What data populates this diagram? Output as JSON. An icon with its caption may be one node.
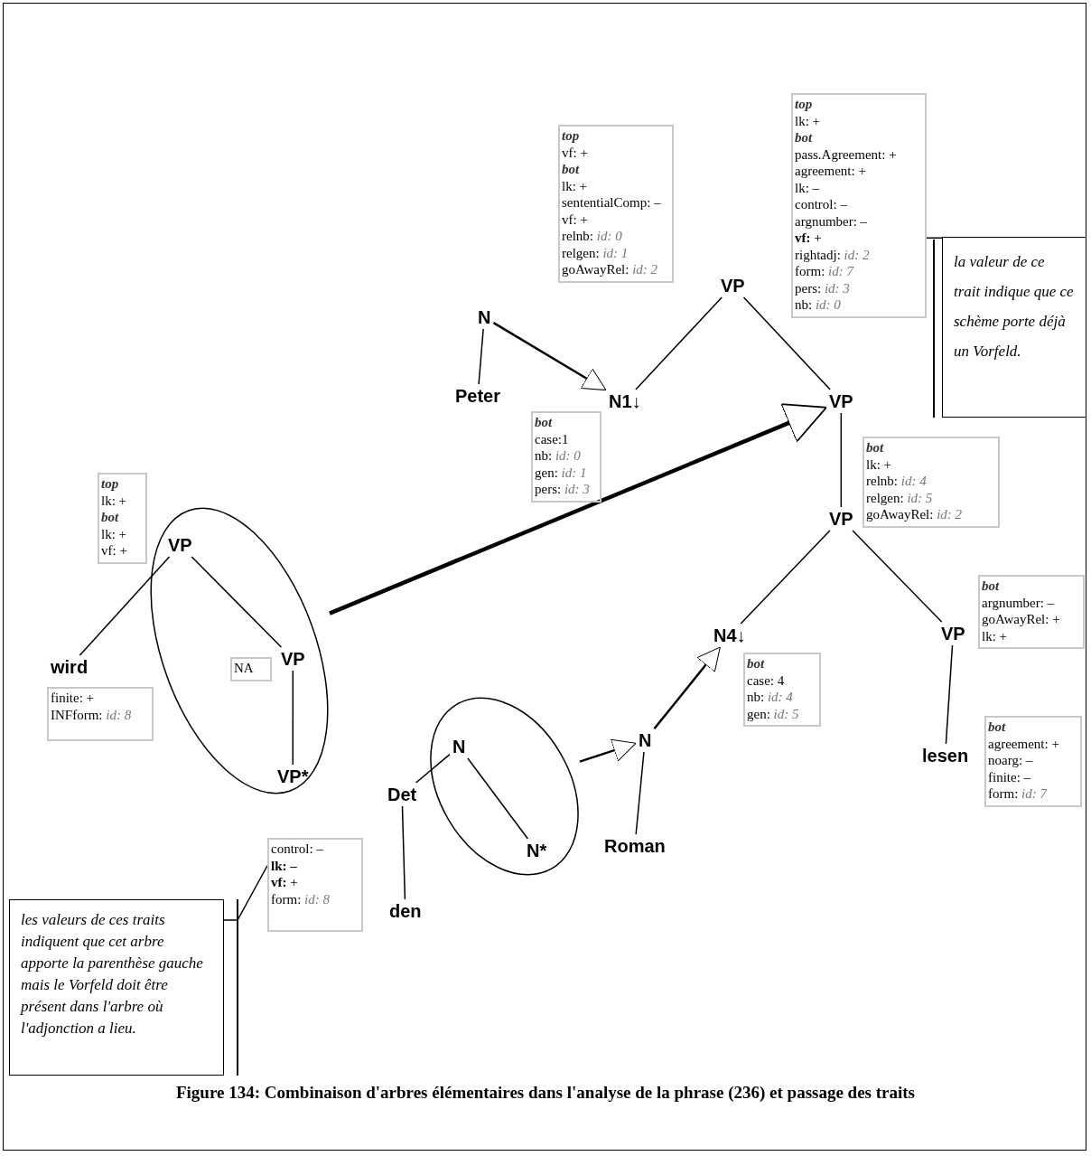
{
  "diagram": {
    "caption": "Figure 134: Combinaison d'arbres élémentaires dans l'analyse de la phrase (236) et passage des traits",
    "nodes": [
      {
        "text": [
          "top",
          "vf: +",
          "bot",
          "lk: +",
          "sententialComp: –",
          "vf: +",
          "relnb: *id: 0*",
          "relgen: *id: 1*",
          "goAwayRel: *id: 2*"
        ]
      },
      {
        "text": [
          "top",
          "lk: +",
          "bot",
          "pass.Agreement: +",
          "agreement: +",
          "lk: –",
          "control: –",
          "argnumber: –",
          "**vf:** +",
          "rightadj: *id: 2*",
          "form: *id: 7*",
          "pers: *id: 3*",
          "nb: *id: 0*"
        ]
      },
      {
        "text": [
          "VP"
        ]
      },
      {
        "text": [
          "N"
        ]
      },
      {
        "text": [
          "N1↓"
        ]
      },
      {
        "text": [
          "Peter"
        ]
      },
      {
        "text": [
          "VP"
        ]
      },
      {
        "text": [
          "la valeur de ce trait indique que ce schème porte déjà un Vorfeld."
        ]
      },
      {
        "text": [
          "bot",
          "case:1",
          "nb: *id: 0*",
          "gen: *id: 1*",
          "pers: *id: 3*"
        ]
      },
      {
        "text": [
          "bot",
          "lk: +",
          "relnb: *id: 4*",
          "relgen: *id: 5*",
          "goAwayRel: *id: 2*"
        ]
      },
      {
        "text": [
          "VP"
        ]
      },
      {
        "text": [
          "top",
          "lk: +",
          "bot",
          "lk: +",
          "vf: +"
        ]
      },
      {
        "text": [],
        "shape": "ellipse"
      },
      {
        "text": [
          "VP"
        ],
        "in": 12
      },
      {
        "text": [
          "wird"
        ]
      },
      {
        "text": [
          "NA"
        ],
        "in": 12
      },
      {
        "text": [
          "VP"
        ],
        "in": 12
      },
      {
        "text": [
          "VP*"
        ],
        "in": 12
      },
      {
        "text": [
          "finite: +",
          "INFform: *id: 8*"
        ]
      },
      {
        "text": [
          "N4↓"
        ]
      },
      {
        "text": [
          "bot",
          "case: 4",
          "nb: *id: 4*",
          "gen: *id: 5*"
        ]
      },
      {
        "text": [
          "VP"
        ]
      },
      {
        "text": [
          "bot",
          "argnumber: –",
          "goAwayRel: +",
          "lk: +"
        ]
      },
      {
        "text": [],
        "shape": "ellipse"
      },
      {
        "text": [
          "N"
        ],
        "in": 23
      },
      {
        "text": [
          "N*"
        ],
        "in": 23
      },
      {
        "text": [
          "N"
        ]
      },
      {
        "text": [
          "Roman"
        ]
      },
      {
        "text": [
          "Det"
        ]
      },
      {
        "text": [
          "lesen"
        ]
      },
      {
        "text": [
          "bot",
          "agreement: +",
          "noarg: –",
          "finite: –",
          "form: *id: 7*"
        ]
      },
      {
        "text": [
          "den"
        ]
      },
      {
        "text": [
          "control: –",
          "lk: –",
          "**vf:** +",
          "form: *id: 8*"
        ]
      },
      {
        "text": [
          "les valeurs de ces traits indiquent que cet arbre apporte la parenthèse gauche mais le Vorfeld doit être présent dans l'arbre où l'adjonction a lieu."
        ]
      }
    ],
    "edges": [
      {
        "from": 2,
        "to": 4,
        "arrow": "none"
      },
      {
        "from": 2,
        "to": 6,
        "arrow": "none"
      },
      {
        "from": 3,
        "to": 5,
        "arrow": "none"
      },
      {
        "from": 3,
        "to": 4,
        "arrow": "to"
      },
      {
        "from": 6,
        "to": 10,
        "arrow": "none"
      },
      {
        "from": 10,
        "to": 19,
        "arrow": "none"
      },
      {
        "from": 10,
        "to": 21,
        "arrow": "none"
      },
      {
        "from": 21,
        "to": 29,
        "arrow": "none"
      },
      {
        "from": 13,
        "to": 14,
        "arrow": "none"
      },
      {
        "from": 13,
        "to": 16,
        "arrow": "none"
      },
      {
        "from": 16,
        "to": 17,
        "arrow": "none"
      },
      {
        "from": 24,
        "to": 28,
        "arrow": "none"
      },
      {
        "from": 24,
        "to": 25,
        "arrow": "none"
      },
      {
        "from": 28,
        "to": 31,
        "arrow": "none"
      },
      {
        "from": 26,
        "to": 27,
        "arrow": "none"
      },
      {
        "from": 23,
        "to": 26,
        "arrow": "to"
      },
      {
        "from": 26,
        "to": 19,
        "arrow": "to"
      },
      {
        "from": 12,
        "to": 6,
        "arrow": "to",
        "style": "thick"
      },
      {
        "from": 7,
        "to": 1,
        "arrow": "none"
      },
      {
        "from": 33,
        "to": 32,
        "arrow": "none"
      }
    ]
  }
}
